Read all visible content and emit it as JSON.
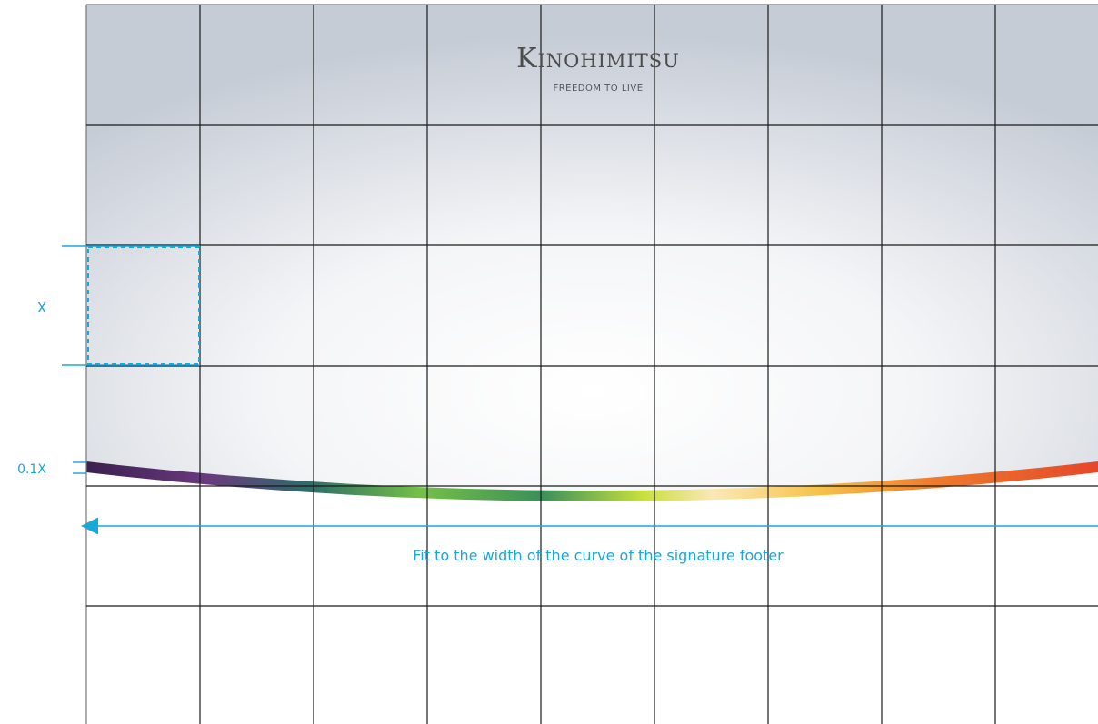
{
  "brand": {
    "name": "Kinohimitsu",
    "tagline": "FREEDOM TO LIVE"
  },
  "annotations": {
    "unit_label": "X",
    "footer_height_label": "0.1X",
    "width_note": "Fit to the width of the curve of the signature footer"
  },
  "colors": {
    "grid": "#1a1a1a",
    "annotation": "#1aa8d8",
    "background_center": "#ffffff",
    "background_edge": "#c9ced8",
    "footer_gradient": [
      "#3b1f4f",
      "#7a3e8a",
      "#2b6f6a",
      "#6fbf44",
      "#c6dd3c",
      "#fbe6b0",
      "#f6b13a",
      "#ee6a2a",
      "#e84a2b"
    ]
  }
}
